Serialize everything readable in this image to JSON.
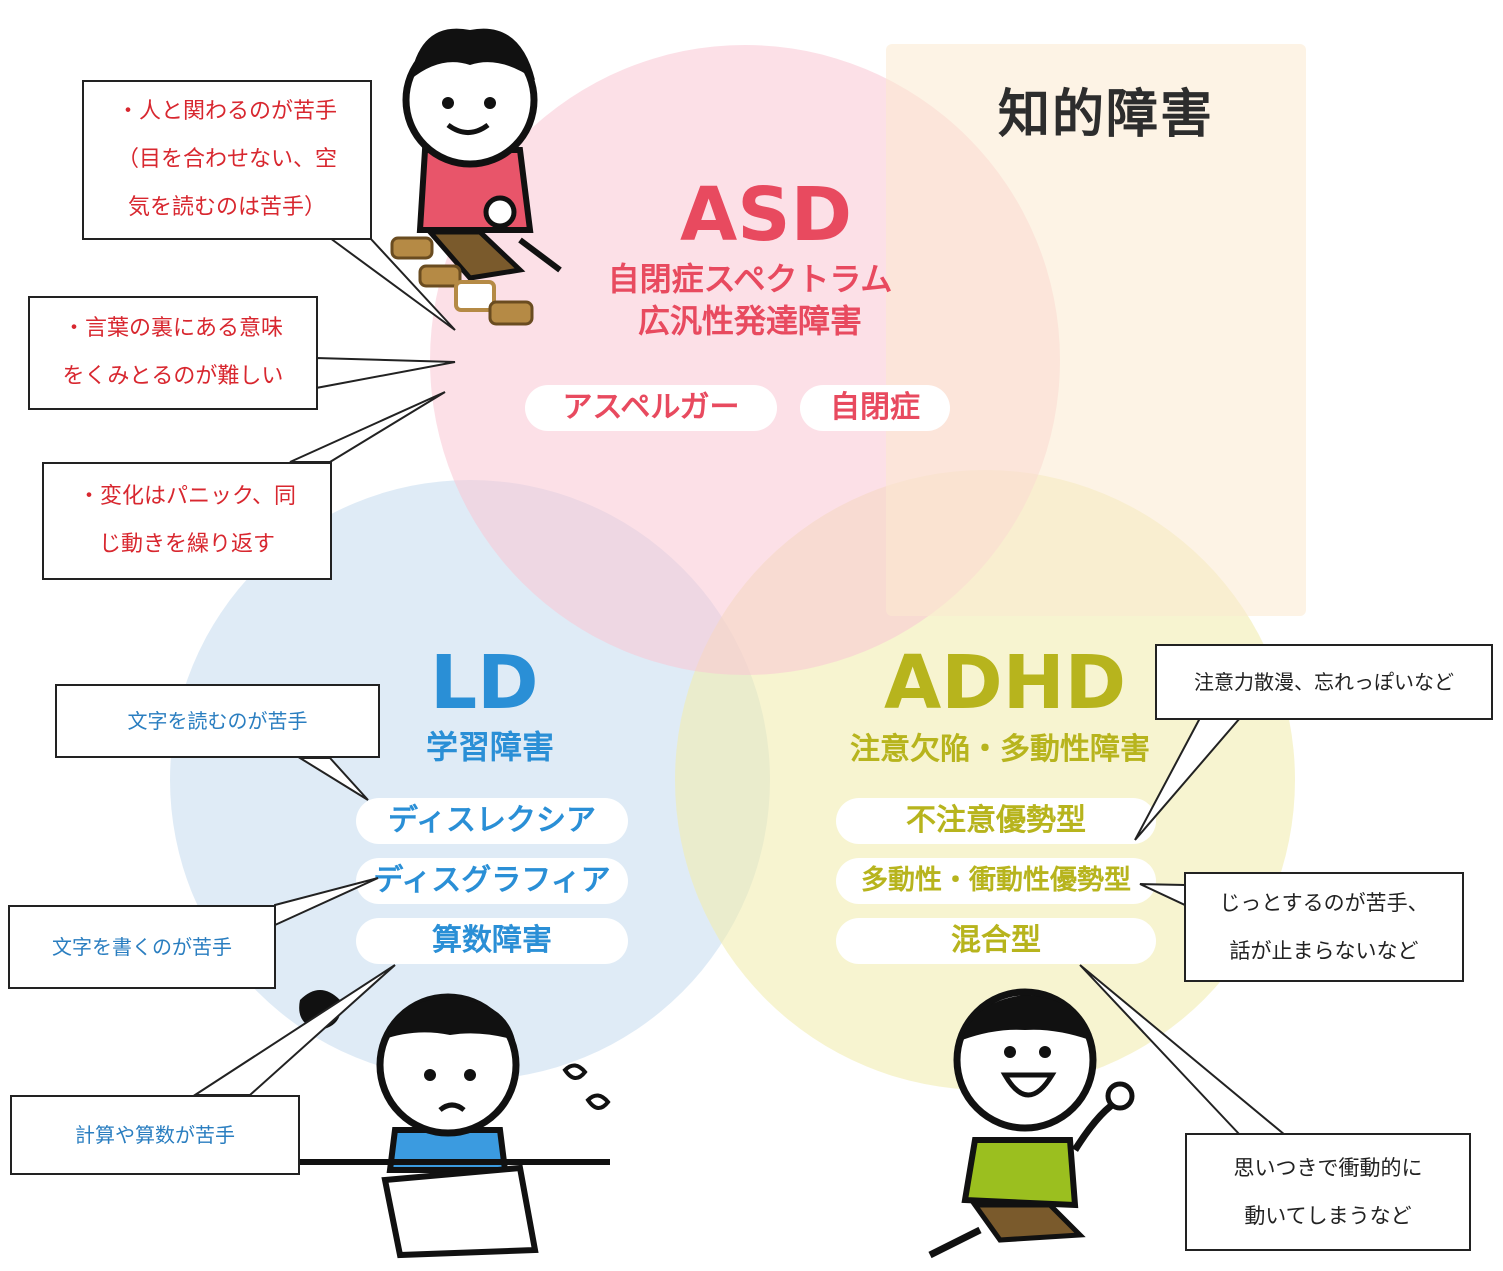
{
  "diagram": {
    "top_right_label": "知的障害",
    "asd": {
      "abbr": "ASD",
      "name_line1": "自閉症スペクトラム",
      "name_line2": "広汎性発達障害",
      "types": [
        "アスペルガー",
        "自閉症"
      ]
    },
    "ld": {
      "abbr": "LD",
      "name": "学習障害",
      "types": [
        "ディスレクシア",
        "ディスグラフィア",
        "算数障害"
      ]
    },
    "adhd": {
      "abbr": "ADHD",
      "name": "注意欠陥・多動性障害",
      "types": [
        "不注意優勢型",
        "多動性・衝動性優勢型",
        "混合型"
      ]
    },
    "colors": {
      "asd": "#e84a5f",
      "ld": "#2a8fd6",
      "adhd": "#b7b41d",
      "asd_circle": "#f9c6d3",
      "ld_circle": "#c9def0",
      "adhd_circle": "#f1ecb0"
    }
  },
  "callouts": {
    "asd_1": [
      "・人と関わるのが苦手",
      "（目を合わせない、空",
      "気を読むのは苦手）"
    ],
    "asd_2": [
      "・言葉の裏にある意味",
      "をくみとるのが難しい"
    ],
    "asd_3": [
      "・変化はパニック、同",
      "じ動きを繰り返す"
    ],
    "ld_1": "文字を読むのが苦手",
    "ld_2": "文字を書くのが苦手",
    "ld_3": "計算や算数が苦手",
    "adhd_1": "注意力散漫、忘れっぽいなど",
    "adhd_2": [
      "じっとするのが苦手、",
      "話が止まらないなど"
    ],
    "adhd_3": [
      "思いつきで衝動的に",
      "動いてしまうなど"
    ]
  }
}
